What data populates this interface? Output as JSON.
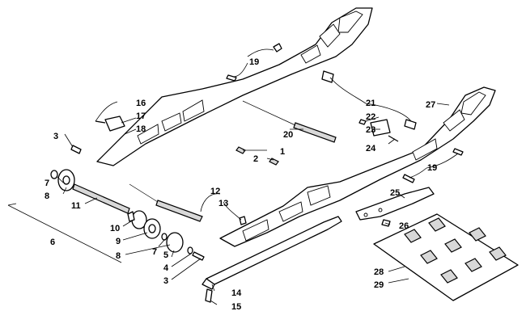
{
  "callouts": {
    "c1": "1",
    "c2": "2",
    "c3a": "3",
    "c3b": "3",
    "c4": "4",
    "c5": "5",
    "c6": "6",
    "c7a": "7",
    "c7b": "7",
    "c8a": "8",
    "c8b": "8",
    "c9": "9",
    "c10": "10",
    "c11": "11",
    "c12": "12",
    "c13": "13",
    "c14": "14",
    "c15": "15",
    "c16": "16",
    "c17": "17",
    "c18": "18",
    "c19a": "19",
    "c19b": "19",
    "c20": "20",
    "c21": "21",
    "c22": "22",
    "c23": "23",
    "c24": "24",
    "c25": "25",
    "c26": "26",
    "c27": "27",
    "c28": "28",
    "c29": "29"
  },
  "colors": {
    "line": "#000000",
    "background": "#ffffff",
    "shade": "#d8d8d8"
  }
}
